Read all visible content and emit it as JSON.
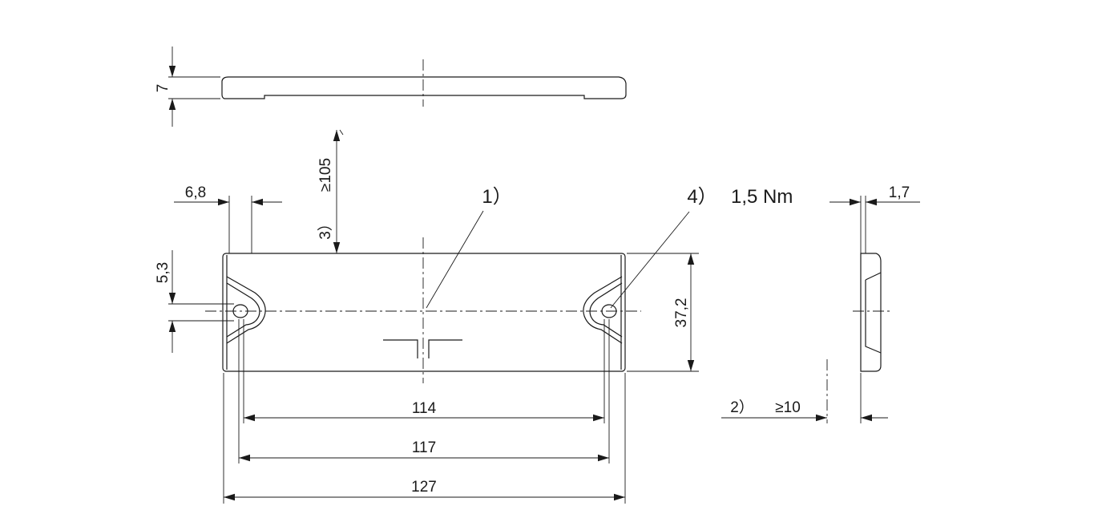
{
  "dimensions": {
    "thickness": "7",
    "hole_offset": "6,8",
    "hole_diameter": "5,3",
    "clearance_top": "≥105",
    "clearance_top_note": "3）",
    "height": "37,2",
    "hole_spacing_inner": "114",
    "hole_spacing_outer": "117",
    "total_length": "127",
    "side_thickness": "1,7",
    "clearance_side": "≥10",
    "clearance_side_note": "2）"
  },
  "callouts": {
    "center_note": "1）",
    "screw_note": "4）",
    "torque": "1,5 Nm"
  }
}
